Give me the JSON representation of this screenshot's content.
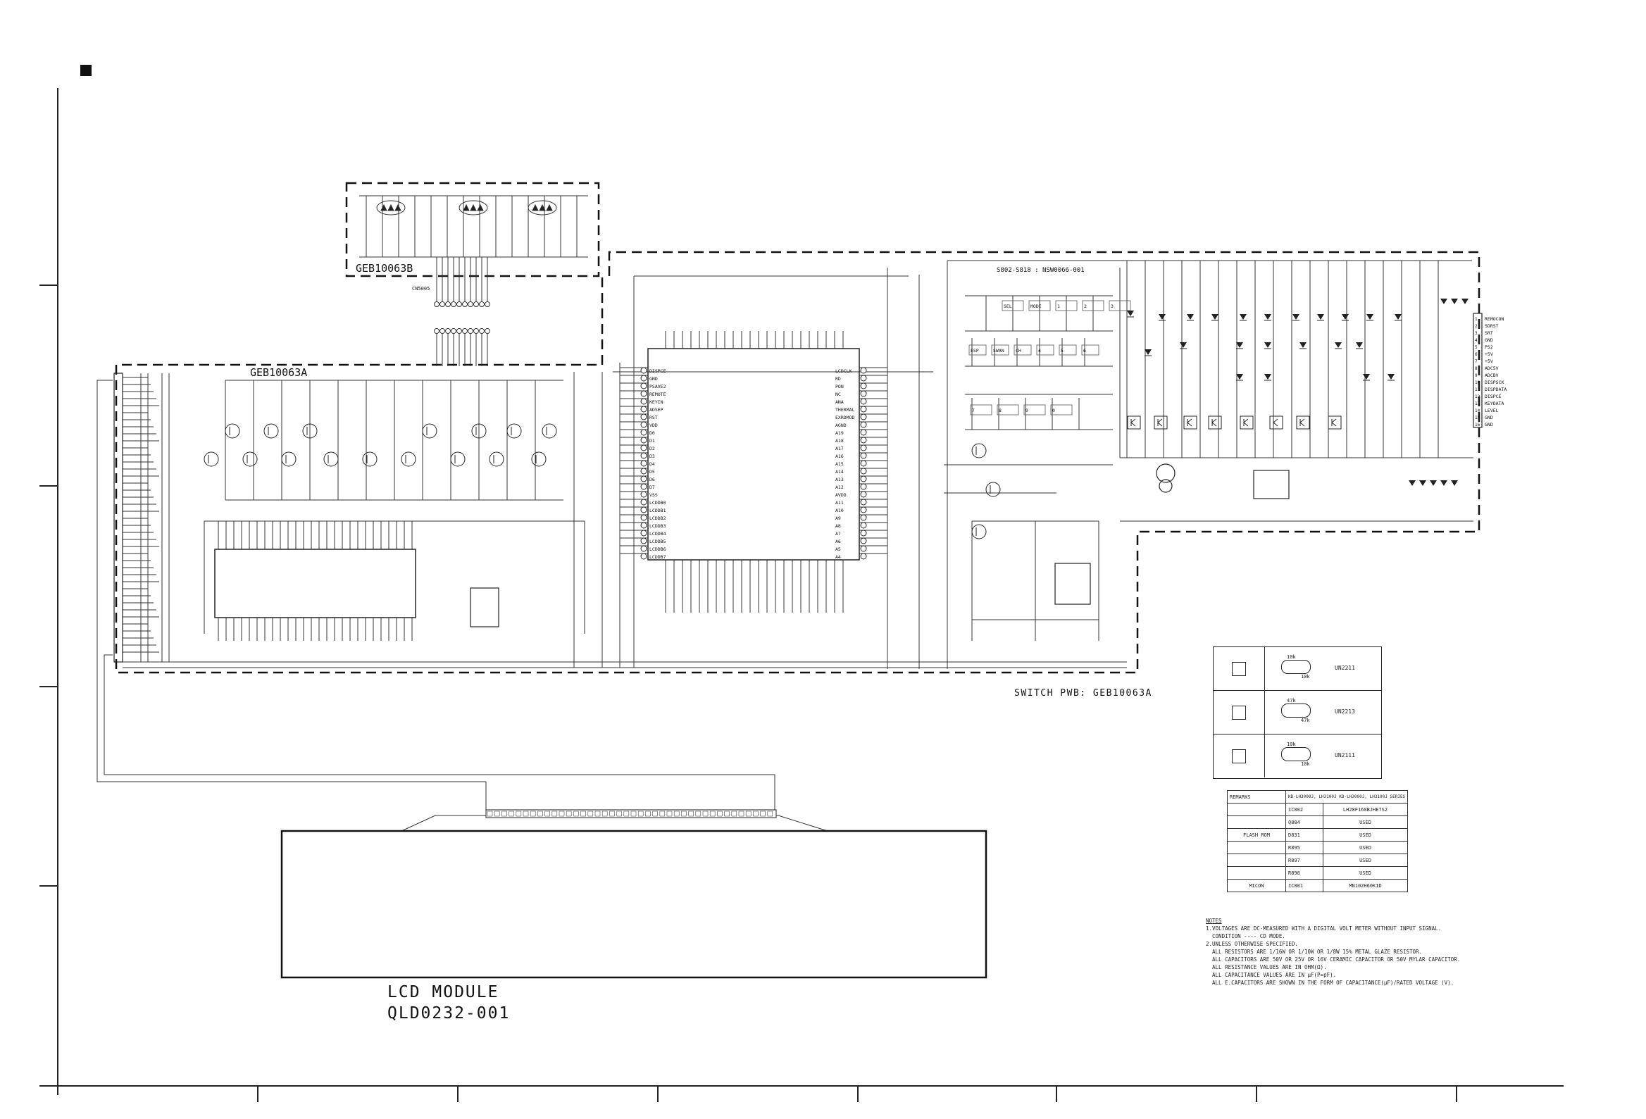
{
  "labels": {
    "pwb_top": "GEB10063B",
    "pwb_left": "GEB10063A",
    "connector_top": "CN5005",
    "switch_group": "S802-S818 : NSW0066-001",
    "switch_pwb": "SWITCH PWB: GEB10063A",
    "lcd_title": "LCD MODULE",
    "lcd_part": "QLD0232-001"
  },
  "switches_row1": [
    "SEL",
    "MODE",
    "1",
    "2",
    "3"
  ],
  "switches_row2": [
    "ESP",
    "SWAN",
    "CH",
    "4",
    "5",
    "6"
  ],
  "switches_row3": [
    "7",
    "8",
    "9",
    "0"
  ],
  "connector_pins": [
    "REMOCON",
    "SDRST",
    "SRT",
    "GND",
    "PS2",
    "+5V",
    "+5V",
    "ADC5V",
    "ADCBV",
    "DISPSCK",
    "DISPDATA",
    "DISPCE",
    "KEYDATA",
    "LEVEL",
    "GND",
    "GND"
  ],
  "mcu_left_pins": [
    "DISPCE",
    "GND",
    "PSAVE2",
    "REMOTE",
    "KEYIN",
    "ADSEP",
    "RST",
    "VDD",
    "D0",
    "D1",
    "D2",
    "D3",
    "D4",
    "D5",
    "D6",
    "D7",
    "VSS",
    "LCDDB0",
    "LCDDB1",
    "LCDDB2",
    "LCDDB3",
    "LCDDB4",
    "LCDDB5",
    "LCDDB6",
    "LCDDB7"
  ],
  "mcu_right_pins": [
    "LCDCLK",
    "RD",
    "PON",
    "NC",
    "ANA",
    "THERMAL",
    "EXRDMOD",
    "AGND",
    "A19",
    "A18",
    "A17",
    "A16",
    "A15",
    "A14",
    "A13",
    "A12",
    "AVDD",
    "A11",
    "A10",
    "A9",
    "A8",
    "A7",
    "A6",
    "A5",
    "A4"
  ],
  "transistor_table": {
    "rows": [
      {
        "r1": "10k",
        "r2": "10k",
        "part": "UN2211"
      },
      {
        "r1": "47k",
        "r2": "47k",
        "part": "UN2213"
      },
      {
        "r1": "10k",
        "r2": "10k",
        "part": "UN2111"
      }
    ]
  },
  "remarks_table": {
    "header_left": "REMARKS",
    "header_right": "KD-LH3000J, LH3100J KD-LH3000J, LH3100J SERIES",
    "rows": [
      {
        "group": "",
        "ref": "IC802",
        "value": "LH28F160BJHE7S2"
      },
      {
        "group": "",
        "ref": "Q804",
        "value": "USED"
      },
      {
        "group": "FLASH ROM",
        "ref": "D831",
        "value": "USED"
      },
      {
        "group": "",
        "ref": "R895",
        "value": "USED"
      },
      {
        "group": "",
        "ref": "R897",
        "value": "USED"
      },
      {
        "group": "",
        "ref": "R898",
        "value": "USED"
      },
      {
        "group": "MICON",
        "ref": "IC801",
        "value": "MN102H60KID"
      }
    ]
  },
  "notes": {
    "title": "NOTES",
    "lines": [
      "1.VOLTAGES ARE DC-MEASURED WITH A DIGITAL VOLT METER WITHOUT INPUT SIGNAL.",
      "  CONDITION ---- CD MODE.",
      "2.UNLESS OTHERWISE SPECIFIED.",
      "  ALL RESISTORS ARE 1/16W OR 1/10W OR 1/8W 15% METAL GLAZE RESISTOR.",
      "  ALL CAPACITORS ARE 50V OR 25V OR 16V CERAMIC CAPACITOR OR 50V MYLAR CAPACITOR.",
      "  ALL RESISTANCE VALUES ARE IN OHM(Ω).",
      "  ALL CAPACITANCE VALUES ARE IN µF(P=pF).",
      "  ALL E.CAPACITORS ARE SHOWN IN THE FORM OF CAPACITANCE(µF)/RATED VOLTAGE (V)."
    ]
  }
}
